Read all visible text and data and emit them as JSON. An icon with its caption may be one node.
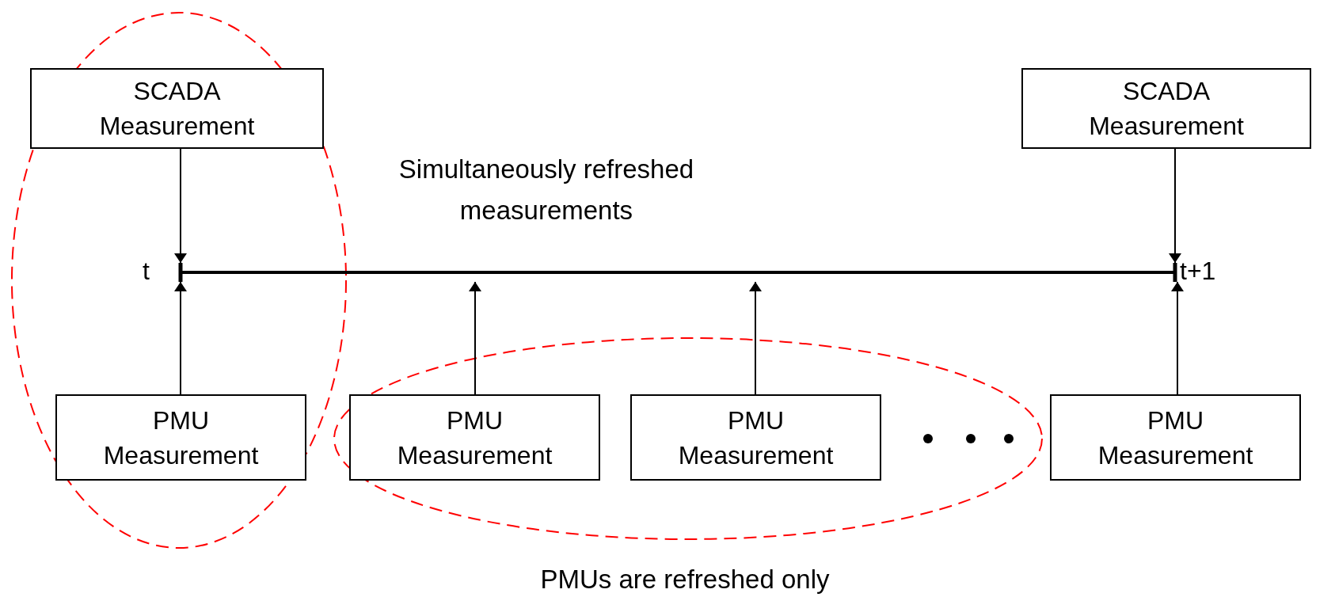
{
  "diagram": {
    "nodes": [
      {
        "text": [
          "SCADA Measurement"
        ]
      },
      {
        "text": [
          "SCADA Measurement"
        ]
      },
      {
        "text": [
          "PMU Measurement"
        ]
      },
      {
        "text": [
          "PMU Measurement"
        ]
      },
      {
        "text": [
          "PMU Measurement"
        ]
      },
      {
        "text": [
          "PMU Measurement"
        ]
      },
      {
        "text": [],
        "shape": "bar"
      }
    ],
    "edges": [
      {
        "from": 0,
        "to": 6,
        "arrow": "to"
      },
      {
        "from": 1,
        "to": 6,
        "arrow": "to"
      },
      {
        "from": 2,
        "to": 6,
        "arrow": "to"
      },
      {
        "from": 3,
        "to": 6,
        "arrow": "to"
      },
      {
        "from": 4,
        "to": 6,
        "arrow": "to"
      },
      {
        "from": 5,
        "to": 6,
        "arrow": "to"
      }
    ],
    "labels": [
      "Simultaneously refreshed measurements",
      "t",
      "t+1",
      "PMUs are refreshed only"
    ]
  }
}
